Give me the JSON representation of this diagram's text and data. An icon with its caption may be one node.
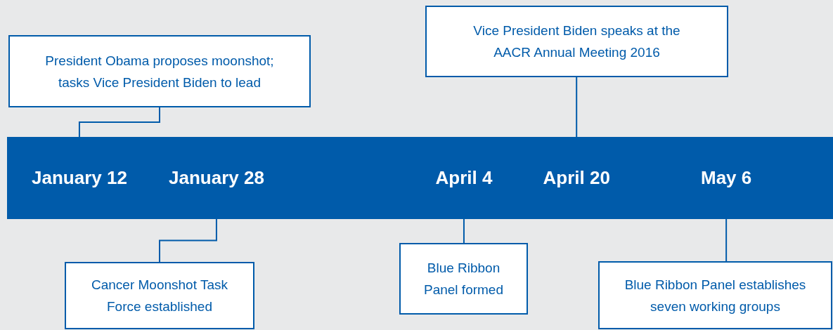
{
  "diagram": {
    "nodes": [
      {
        "text": [
          "President Obama proposes moonshot; tasks Vice President Biden to lead"
        ]
      },
      {
        "text": [
          "Vice President Biden speaks at the AACR Annual Meeting 2016"
        ]
      },
      {
        "text": [],
        "shape": "bar"
      },
      {
        "text": [
          "January 12"
        ],
        "in": 2
      },
      {
        "text": [
          "January 28"
        ],
        "in": 2
      },
      {
        "text": [
          "April 4"
        ],
        "in": 2
      },
      {
        "text": [
          "April 20"
        ],
        "in": 2
      },
      {
        "text": [
          "May 6"
        ],
        "in": 2
      },
      {
        "text": [
          "Cancer Moonshot Task Force established"
        ]
      },
      {
        "text": [
          "Blue Ribbon Panel formed"
        ]
      },
      {
        "text": [
          "Blue Ribbon Panel establishes seven working groups"
        ]
      }
    ],
    "edges": [
      {
        "from": 0,
        "to": 3,
        "arrow": "none"
      },
      {
        "from": 8,
        "to": 4,
        "arrow": "none"
      },
      {
        "from": 9,
        "to": 5,
        "arrow": "none"
      },
      {
        "from": 1,
        "to": 6,
        "arrow": "none"
      },
      {
        "from": 10,
        "to": 7,
        "arrow": "none"
      }
    ]
  }
}
